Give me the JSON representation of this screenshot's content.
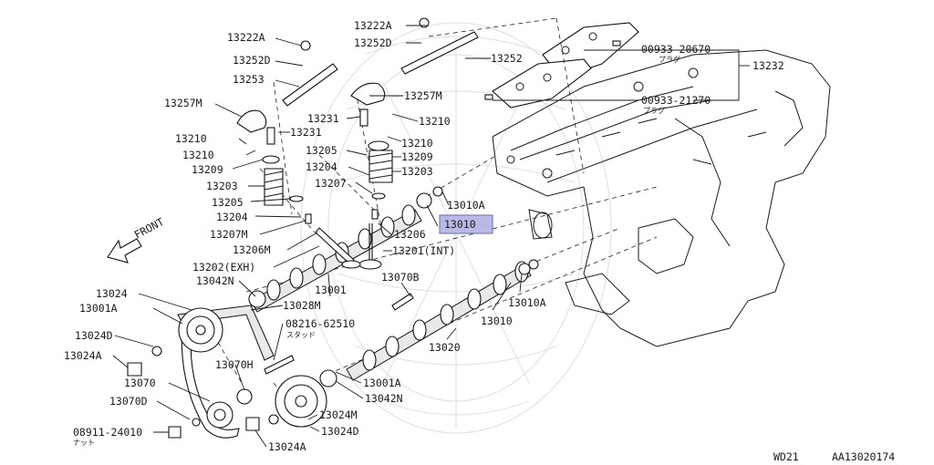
{
  "labels": {
    "p13222A_top": "13222A",
    "p13252D_top": "13252D",
    "p13252_top": "13252",
    "p00933_20670": "00933-20670",
    "p00933_20670_sub": "プラグ",
    "p13232": "13232",
    "p00933_21270": "00933-21270",
    "p00933_21270_sub": "プラグ",
    "p13222A_left": "13222A",
    "p13252D_left": "13252D",
    "p13253": "13253",
    "p13257M_left": "13257M",
    "p13257M_mid": "13257M",
    "p13231_mid": "13231",
    "p13210_mid1": "13210",
    "p13231_left": "13231",
    "p13210_l1": "13210",
    "p13210_l2": "13210",
    "p13210_mid2": "13210",
    "p13205_mid": "13205",
    "p13209_mid": "13209",
    "p13209_left": "13209",
    "p13204_mid": "13204",
    "p13203_mid": "13203",
    "p13203_left": "13203",
    "p13207_mid": "13207",
    "p13010A_top": "13010A",
    "p13205_left": "13205",
    "p13204_left": "13204",
    "p13010_hl": "13010",
    "p13207M": "13207M",
    "p13206": "13206",
    "p13206M": "13206M",
    "p13201": "13201(INT)",
    "p13202": "13202(EXH)",
    "p13042N_top": "13042N",
    "p13070B": "13070B",
    "p13001": "13001",
    "p13024": "13024",
    "p13028M": "13028M",
    "p13010A_bot": "13010A",
    "p13001A_left": "13001A",
    "p08216": "08216-62510",
    "p08216_sub": "スタッド",
    "p13010_bot": "13010",
    "p13024D_left": "13024D",
    "p13020": "13020",
    "p13024A_left": "13024A",
    "p13070H": "13070H",
    "p13001A_bot": "13001A",
    "p13070": "13070",
    "p13042N_bot": "13042N",
    "p13070D": "13070D",
    "p13024M": "13024M",
    "p08911": "08911-24010",
    "p08911_sub": "ナット",
    "p13024D_bot": "13024D",
    "p13024A_bot": "13024A",
    "front": "FRONT",
    "code_left": "WD21",
    "code_right": "AA13020174"
  },
  "highlight_color": "#b9b9e6"
}
